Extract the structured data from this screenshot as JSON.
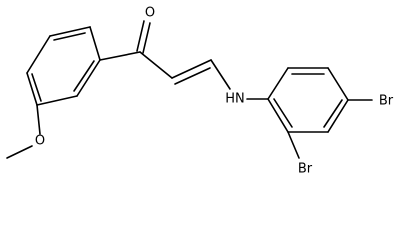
{
  "molecule": {
    "atoms": {
      "carbonyl_oxygen": "O",
      "amine": "HN",
      "bromine_para": "Br",
      "bromine_ortho": "Br",
      "methoxy_oxygen": "O"
    },
    "colors": {
      "bond": "#000000",
      "label": "#000000",
      "background": "#ffffff"
    }
  }
}
